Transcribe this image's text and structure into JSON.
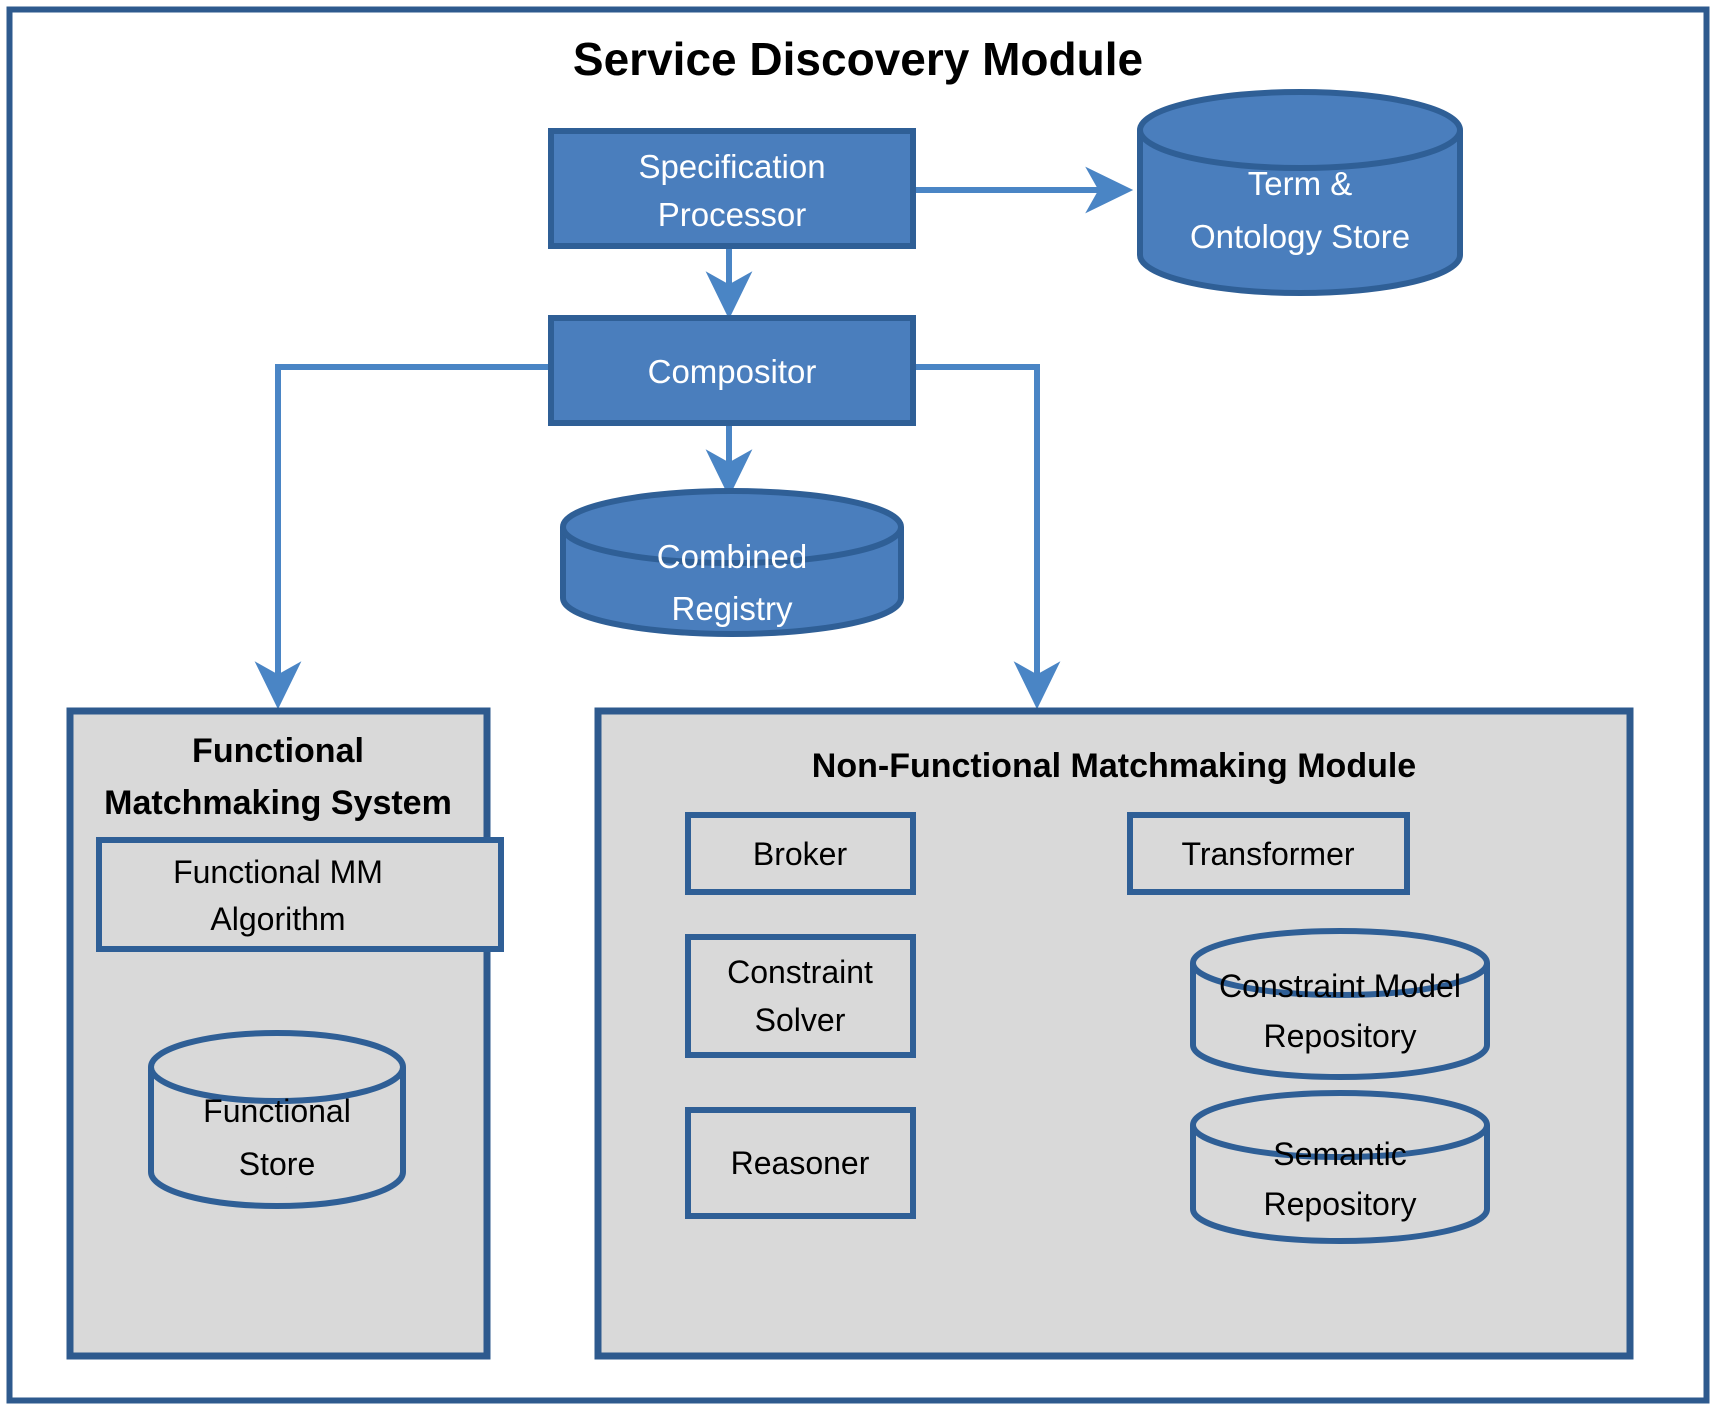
{
  "diagram": {
    "title": "Service Discovery Module",
    "colors": {
      "frame_border": "#2e5a8e",
      "blue_fill": "#4a7ebd",
      "blue_border": "#2f5f96",
      "panel_fill": "#d9d9d9",
      "panel_border": "#2e5a8e",
      "node_border": "#2f5f96",
      "arrow": "#4a85c5",
      "white_text": "#ffffff",
      "black_text": "#000000"
    },
    "nodes": {
      "specification_processor": {
        "label_line1": "Specification",
        "label_line2": "Processor",
        "style": "blue-box"
      },
      "term_ontology_store": {
        "label_line1": "Term &",
        "label_line2": "Ontology Store",
        "style": "blue-cylinder"
      },
      "compositor": {
        "label_line1": "Compositor",
        "label_line2": "",
        "style": "blue-box"
      },
      "combined_registry": {
        "label_line1": "Combined",
        "label_line2": "Registry",
        "style": "blue-cylinder"
      },
      "functional_mm_algorithm": {
        "label_line1": "Functional MM",
        "label_line2": "Algorithm",
        "style": "gray-box"
      },
      "functional_store": {
        "label_line1": "Functional",
        "label_line2": "Store",
        "style": "gray-cylinder"
      },
      "broker": {
        "label_line1": "Broker",
        "label_line2": "",
        "style": "gray-box"
      },
      "transformer": {
        "label_line1": "Transformer",
        "label_line2": "",
        "style": "gray-box"
      },
      "constraint_solver": {
        "label_line1": "Constraint",
        "label_line2": "Solver",
        "style": "gray-box"
      },
      "constraint_model_repository": {
        "label_line1": "Constraint Model",
        "label_line2": "Repository",
        "style": "gray-cylinder"
      },
      "reasoner": {
        "label_line1": "Reasoner",
        "label_line2": "",
        "style": "gray-box"
      },
      "semantic_repository": {
        "label_line1": "Semantic",
        "label_line2": "Repository",
        "style": "gray-cylinder"
      }
    },
    "panels": {
      "functional_matchmaking_system": {
        "title_line1": "Functional",
        "title_line2": "Matchmaking System"
      },
      "non_functional_matchmaking_module": {
        "title_line1": "Non-Functional Matchmaking  Module",
        "title_line2": ""
      }
    },
    "edges": [
      {
        "from": "specification_processor",
        "to": "term_ontology_store",
        "kind": "arrow"
      },
      {
        "from": "specification_processor",
        "to": "compositor",
        "kind": "arrow"
      },
      {
        "from": "compositor",
        "to": "combined_registry",
        "kind": "arrow"
      },
      {
        "from": "compositor",
        "to": "functional_matchmaking_system",
        "kind": "arrow"
      },
      {
        "from": "compositor",
        "to": "non_functional_matchmaking_module",
        "kind": "arrow"
      },
      {
        "from": "functional_mm_algorithm",
        "to": "functional_store",
        "kind": "arrow"
      },
      {
        "from": "broker",
        "to": "transformer",
        "kind": "arrow"
      },
      {
        "from": "broker",
        "to": "constraint_solver",
        "kind": "arrow"
      },
      {
        "from": "broker",
        "to": "reasoner",
        "kind": "arrow"
      },
      {
        "from": "transformer",
        "to": "constraint_model_repository",
        "kind": "arrow"
      },
      {
        "from": "constraint_solver",
        "to": "constraint_model_repository",
        "kind": "arrow"
      },
      {
        "from": "reasoner",
        "to": "semantic_repository",
        "kind": "arrow"
      }
    ]
  }
}
